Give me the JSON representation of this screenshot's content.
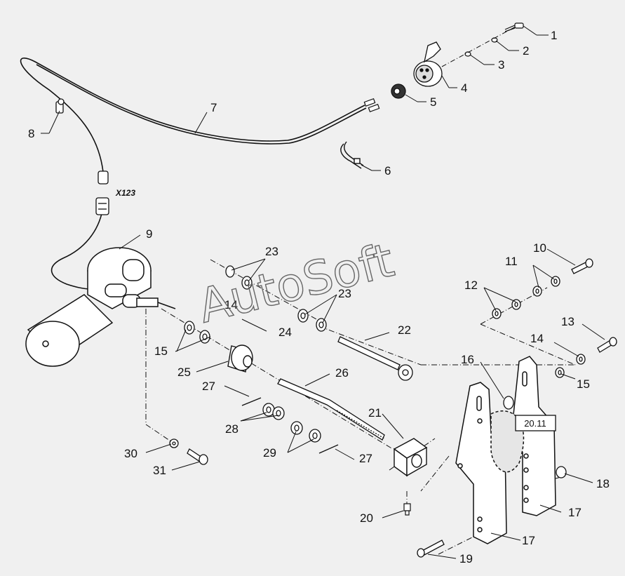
{
  "watermark": "AutoSoft",
  "connector_tag": "X123",
  "ref_box": "20.11",
  "callouts": {
    "c1": "1",
    "c2": "2",
    "c3": "3",
    "c4": "4",
    "c5": "5",
    "c6": "6",
    "c7": "7",
    "c8": "8",
    "c9": "9",
    "c10": "10",
    "c11": "11",
    "c12": "12",
    "c13": "13",
    "c14a": "14",
    "c14b": "14",
    "c15a": "15",
    "c15b": "15",
    "c16": "16",
    "c17a": "17",
    "c17b": "17",
    "c18": "18",
    "c19": "19",
    "c20": "20",
    "c21": "21",
    "c22": "22",
    "c23a": "23",
    "c23b": "23",
    "c24": "24",
    "c25": "25",
    "c26": "26",
    "c27a": "27",
    "c27b": "27",
    "c28": "28",
    "c29": "29",
    "c30": "30",
    "c31": "31"
  },
  "colors": {
    "background": "#f0f0f0",
    "ink": "#111111",
    "watermark": "#666666"
  }
}
